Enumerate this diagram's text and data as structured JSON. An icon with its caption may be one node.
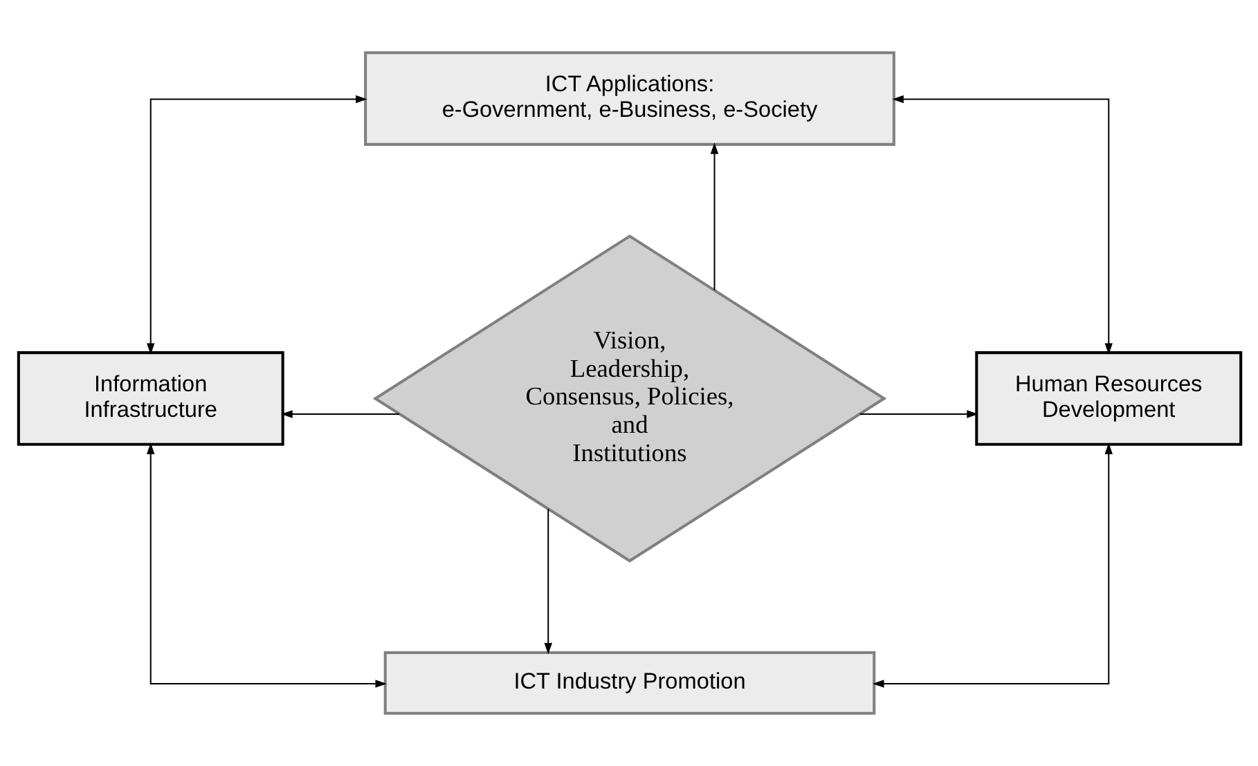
{
  "diagram": {
    "nodes": [
      {
        "text": [
          "ICT Applications: e-Government, e-Business, e-Society"
        ]
      },
      {
        "text": [
          "Information Infrastructure"
        ]
      },
      {
        "text": [
          "Vision, Leadership, Consensus, Policies, and Institutions"
        ]
      },
      {
        "text": [
          "Human Resources Development"
        ]
      },
      {
        "text": [
          "ICT Industry Promotion"
        ]
      }
    ],
    "edges": [
      {
        "from": 2,
        "to": 0,
        "arrow": "to"
      },
      {
        "from": 2,
        "to": 1,
        "arrow": "to"
      },
      {
        "from": 2,
        "to": 3,
        "arrow": "to"
      },
      {
        "from": 2,
        "to": 4,
        "arrow": "to"
      },
      {
        "from": 0,
        "to": 1,
        "arrow": "both"
      },
      {
        "from": 0,
        "to": 3,
        "arrow": "both"
      },
      {
        "from": 1,
        "to": 4,
        "arrow": "both"
      },
      {
        "from": 3,
        "to": 4,
        "arrow": "both"
      }
    ]
  }
}
